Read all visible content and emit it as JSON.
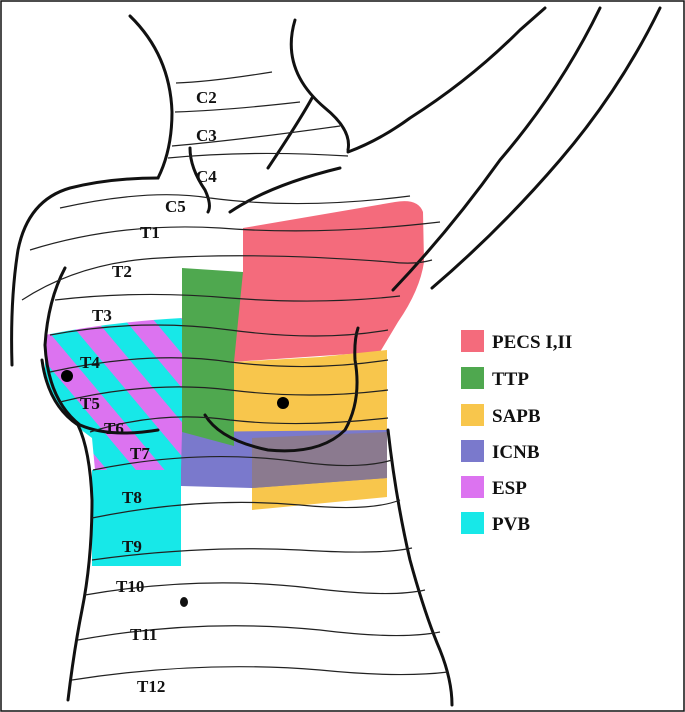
{
  "dermatomes": [
    "C2",
    "C3",
    "C4",
    "C5",
    "T1",
    "T2",
    "T3",
    "T4",
    "T5",
    "T6",
    "T7",
    "T8",
    "T9",
    "T10",
    "T11",
    "T12"
  ],
  "legend": [
    {
      "label": "PECS I,II",
      "color": "#f46b7c"
    },
    {
      "label": "TTP",
      "color": "#4fa84f"
    },
    {
      "label": "SAPB",
      "color": "#f8c64c"
    },
    {
      "label": "ICNB",
      "color": "#7a79cc"
    },
    {
      "label": "ESP",
      "color": "#dc73f0"
    },
    {
      "label": "PVB",
      "color": "#17e8e8"
    }
  ]
}
